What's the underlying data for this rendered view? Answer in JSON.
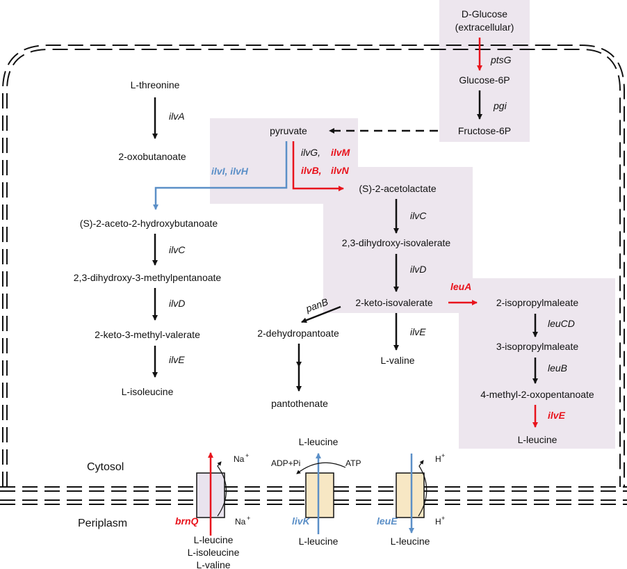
{
  "colors": {
    "red": "#e8131c",
    "blue": "#5b8fc7",
    "black": "#111111",
    "highlight": "#ede6ee",
    "transporter": "#f7e7c4",
    "transporter_brnq": "#e9e3ee"
  },
  "regions": {
    "cytosol": "Cytosol",
    "periplasm": "Periplasm"
  },
  "metabolites": {
    "glucose_ext_1": "D-Glucose",
    "glucose_ext_2": "(extracellular)",
    "glucose6p": "Glucose-6P",
    "fructose6p": "Fructose-6P",
    "pyruvate": "pyruvate",
    "acetolactate": "(S)-2-acetolactate",
    "dihydroxy_isovalerate": "2,3-dihydroxy-isovalerate",
    "keto_isovalerate": "2-keto-isovalerate",
    "isopropylmaleate_2": "2-isopropylmaleate",
    "isopropylmaleate_3": "3-isopropylmaleate",
    "methyl_oxopentanoate": "4-methyl-2-oxopentanoate",
    "leucine_cyto": "L-leucine",
    "valine": "L-valine",
    "dehydropantoate": "2-dehydropantoate",
    "pantothenate": "pantothenate",
    "threonine": "L-threonine",
    "oxobutanoate": "2-oxobutanoate",
    "aceto_hydroxybutanoate": "(S)-2-aceto-2-hydroxybutanoate",
    "dihydroxy_methylpentanoate": "2,3-dihydroxy-3-methylpentanoate",
    "keto_methylvalerate": "2-keto-3-methyl-valerate",
    "isoleucine": "L-isoleucine"
  },
  "genes": {
    "ptsG": "ptsG",
    "pgi": "pgi",
    "ilvG": "ilvG,",
    "ilvM": "ilvM",
    "ilvB": "ilvB,",
    "ilvN": "ilvN",
    "ilvIH": "ilvI, ilvH",
    "ilvC_right": "ilvC",
    "ilvD_right": "ilvD",
    "ilvE_right": "ilvE",
    "panB": "panB",
    "leuA": "leuA",
    "leuCD": "leuCD",
    "leuB": "leuB",
    "ilvE_leu": "ilvE",
    "ilvA": "ilvA",
    "ilvC_left": "ilvC",
    "ilvD_left": "ilvD",
    "ilvE_left": "ilvE"
  },
  "transport": {
    "brnQ": "brnQ",
    "na_top": "Na",
    "na_bottom": "Na",
    "plus": "+",
    "brnq_sub_1": "L-leucine",
    "brnq_sub_2": "L-isoleucine",
    "brnq_sub_3": "L-valine",
    "livK": "livK",
    "livk_out": "L-leucine",
    "livk_in": "L-leucine",
    "adp": "ADP+Pi",
    "atp": "ATP",
    "leuE": "leuE",
    "h_top": "H",
    "h_bottom": "H",
    "leue_out": "L-leucine"
  }
}
